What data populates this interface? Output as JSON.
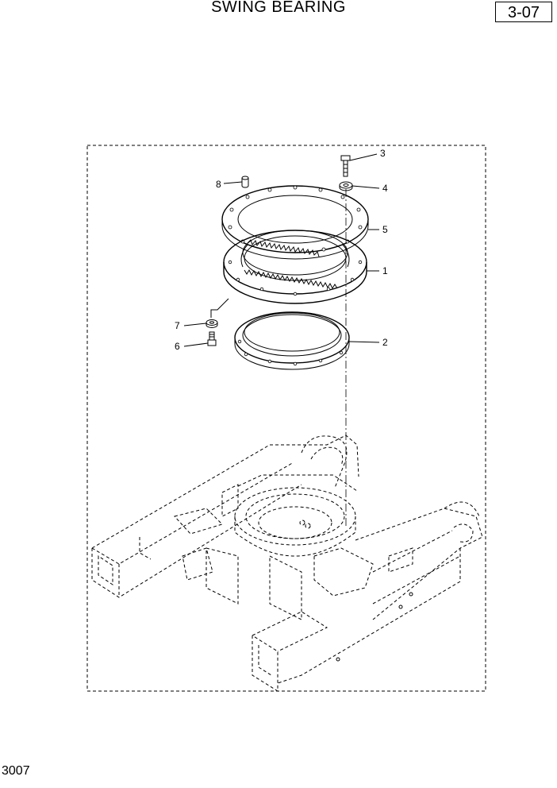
{
  "header": {
    "title": "SWING BEARING",
    "page_ref": "3-07"
  },
  "footer": {
    "figure_number": "3007"
  },
  "callouts": [
    {
      "id": "c3",
      "label": "3"
    },
    {
      "id": "c4",
      "label": "4"
    },
    {
      "id": "c5",
      "label": "5"
    },
    {
      "id": "c1",
      "label": "1"
    },
    {
      "id": "c2",
      "label": "2"
    },
    {
      "id": "c8",
      "label": "8"
    },
    {
      "id": "c7",
      "label": "7"
    },
    {
      "id": "c6",
      "label": "6"
    }
  ]
}
